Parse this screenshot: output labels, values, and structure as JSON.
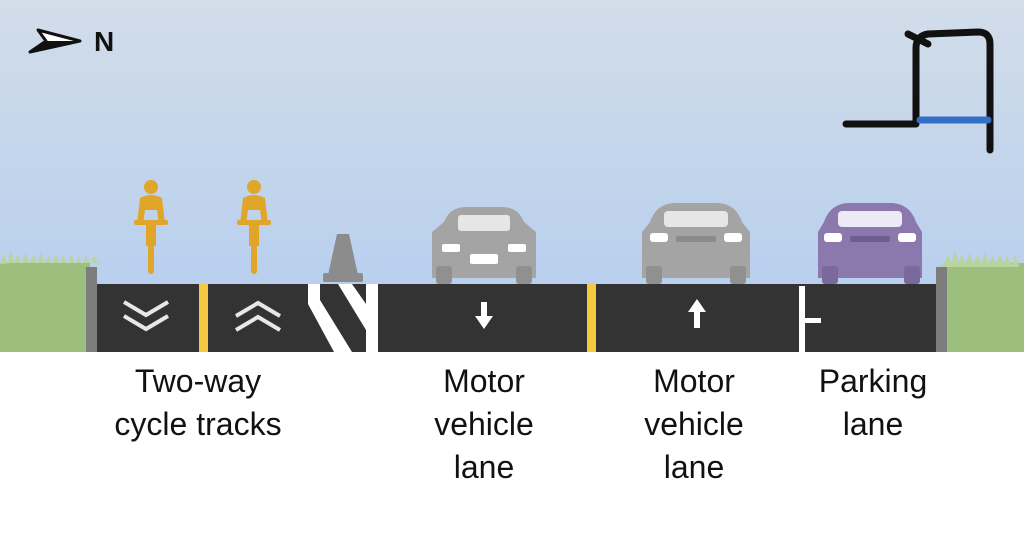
{
  "compass": {
    "label": "N"
  },
  "lanes": [
    {
      "id": "cycle-tracks",
      "label_lines": [
        "Two-way",
        "cycle tracks"
      ]
    },
    {
      "id": "motor-lane-1",
      "label_lines": [
        "Motor",
        "vehicle",
        "lane"
      ]
    },
    {
      "id": "motor-lane-2",
      "label_lines": [
        "Motor",
        "vehicle",
        "lane"
      ]
    },
    {
      "id": "parking-lane",
      "label_lines": [
        "Parking",
        "lane"
      ]
    }
  ],
  "colors": {
    "sky_top": "#cfdcec",
    "sky_bottom": "#b4cdef",
    "grass": "#9cbf7e",
    "road": "#333333",
    "curb": "#7d7d7d",
    "yellow_line": "#f5c842",
    "cyclist": "#e0a62a",
    "gray_car": "#a4a4a4",
    "purple_car": "#8b79ae",
    "cone": "#8c8c8c",
    "key_map_highlight": "#3370c5"
  },
  "icons": [
    "north-arrow-icon",
    "cyclist-icon",
    "traffic-cone-icon",
    "car-rear-icon",
    "car-front-icon",
    "down-arrow-icon",
    "up-arrow-icon",
    "chevron-down-icon",
    "chevron-up-icon",
    "key-map-icon"
  ]
}
